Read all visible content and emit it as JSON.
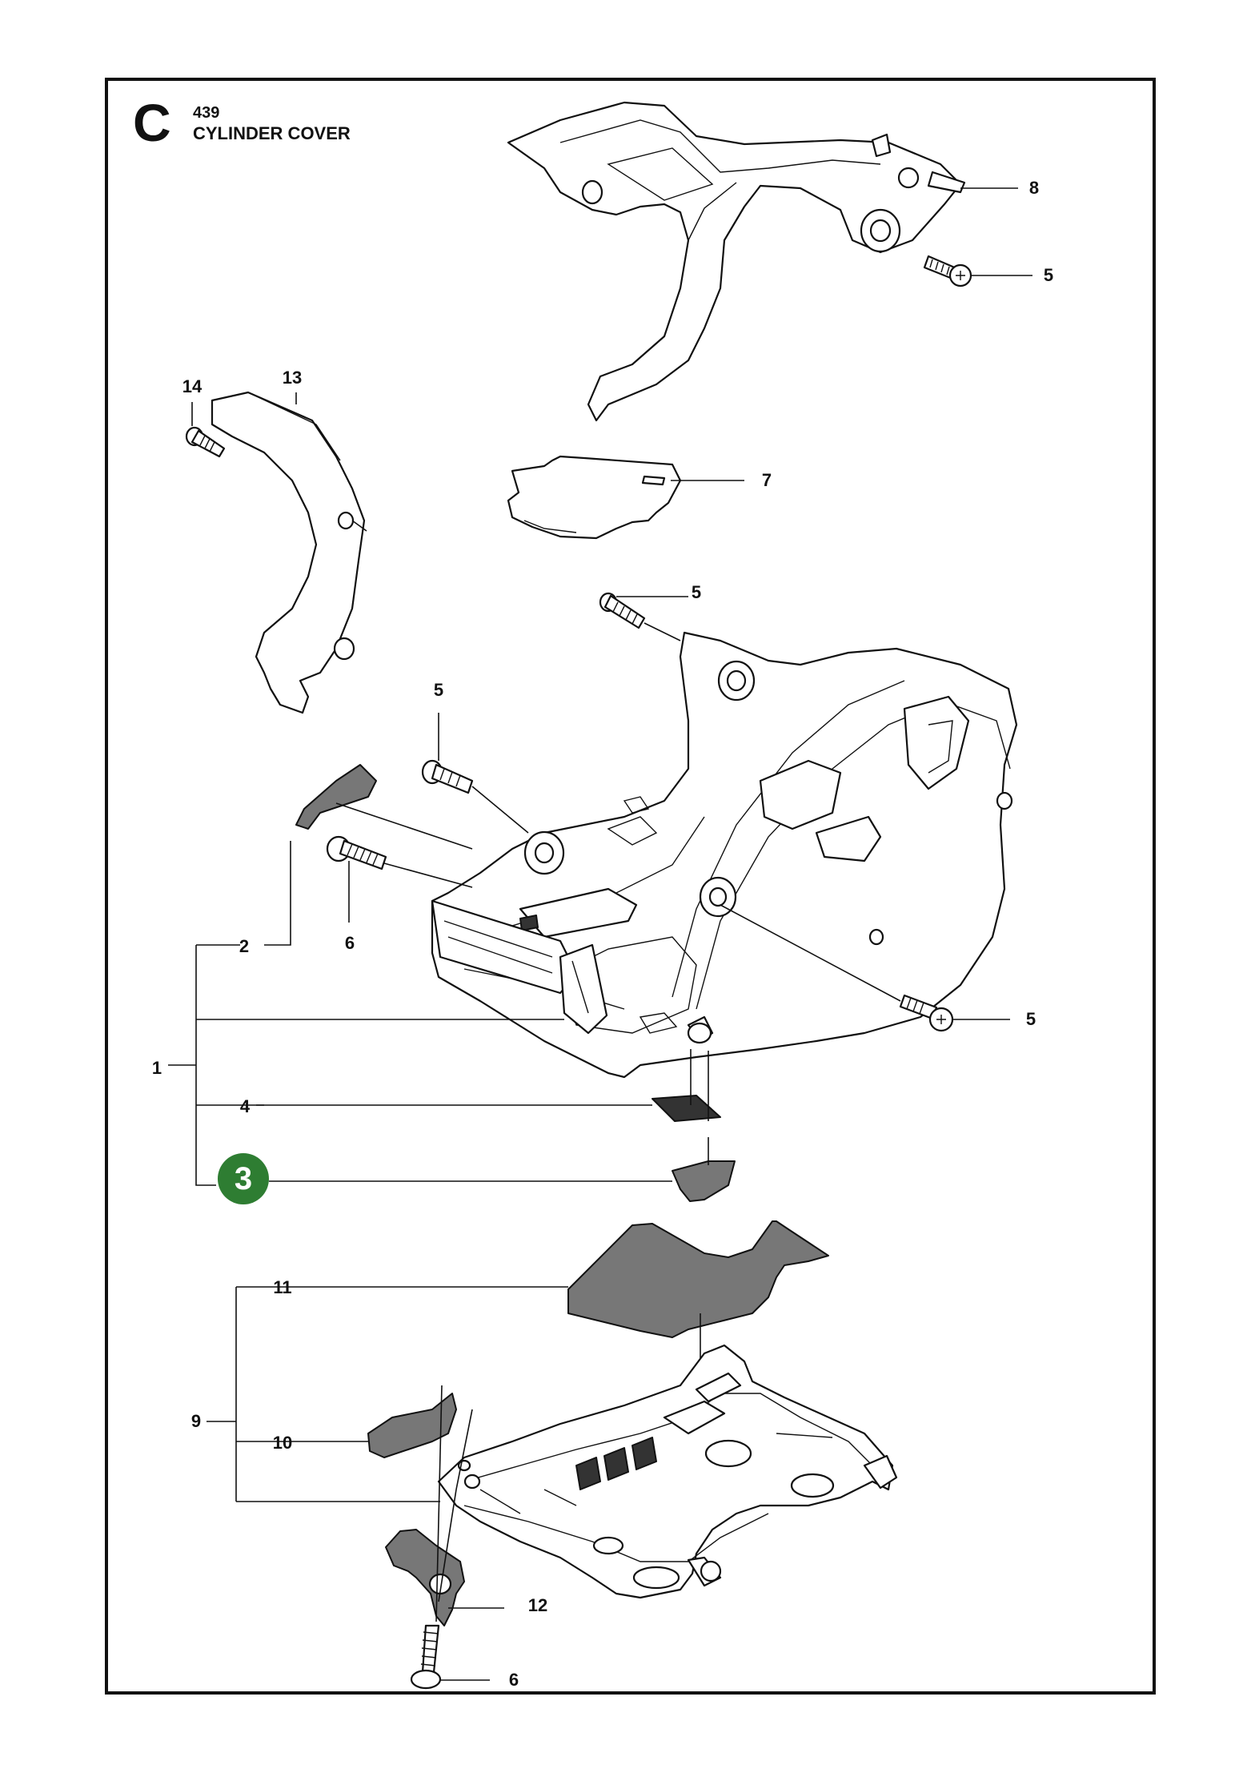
{
  "header": {
    "section_letter": "C",
    "model": "439",
    "title": "CYLINDER COVER"
  },
  "callouts": {
    "c1": "1",
    "c2": "2",
    "c4": "4",
    "c5a": "5",
    "c5b": "5",
    "c5c": "5",
    "c5d": "5",
    "c6a": "6",
    "c6b": "6",
    "c7": "7",
    "c8": "8",
    "c9": "9",
    "c10": "10",
    "c11": "11",
    "c12": "12",
    "c13": "13",
    "c14": "14"
  },
  "highlight": {
    "number": "3",
    "color": "#2e7d32"
  }
}
